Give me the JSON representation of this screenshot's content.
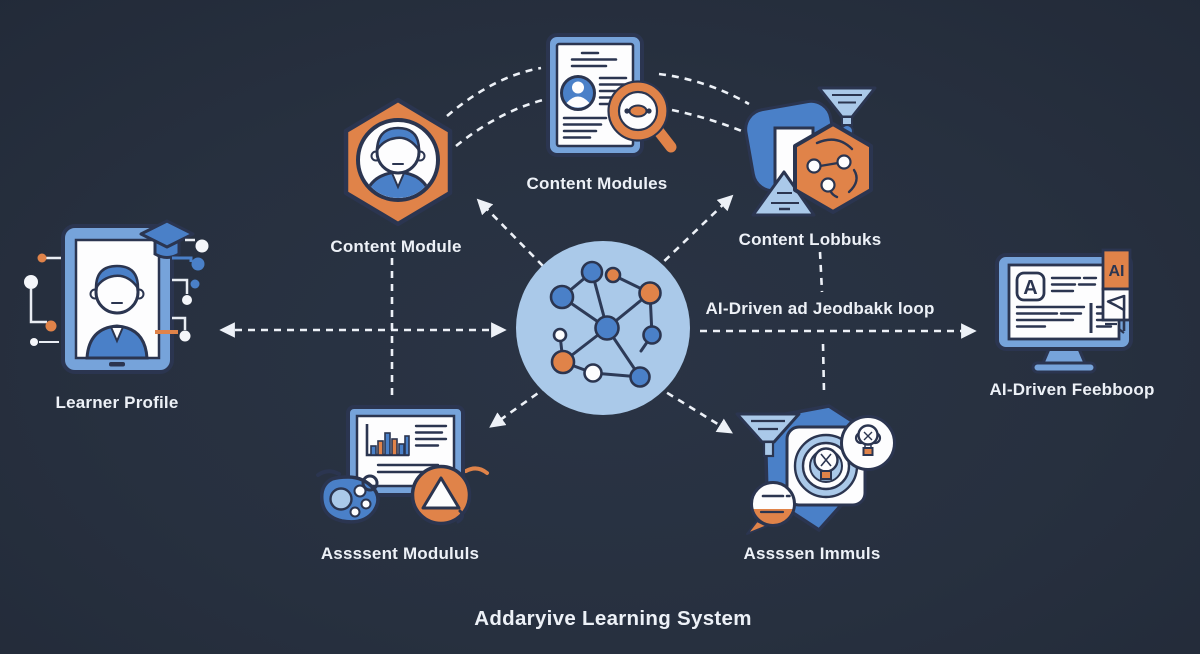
{
  "title": "Addaryive Learning System",
  "labels": {
    "learner_profile": "Learner Profile",
    "content_module": "Content Module",
    "content_modules": "Content Modules",
    "content_lobbuks": "Content Lobbuks",
    "feedback_loop": "AI-Driven ad Jeodbakk loop",
    "ai_feebboop": "AI-Driven Feebboop",
    "assessment_left": "Assssent Modululs",
    "assessment_right": "Assssen Immuls"
  },
  "monitor": {
    "letter": "A",
    "tab": "AI"
  },
  "colors": {
    "background": "#27303f",
    "outline": "#2b3550",
    "light_blue": "#76a3da",
    "pale_blue": "#aac9e9",
    "medium_blue": "#4a80c8",
    "orange": "#e08349",
    "white": "#fdfdfe",
    "text": "#edf1f7"
  },
  "chart_data": {
    "type": "diagram",
    "title": "Addaryive Learning System",
    "center_node": "AI network hub",
    "nodes": [
      "Learner Profile",
      "Content Module",
      "Content Modules",
      "Content Lobbuks",
      "AI-Driven Feebboop",
      "Assssent Modululs",
      "Assssen Immuls"
    ],
    "edges": [
      [
        "AI network hub",
        "Learner Profile",
        "bidirectional"
      ],
      [
        "AI network hub",
        "Content Module",
        "arrow"
      ],
      [
        "AI network hub",
        "Content Lobbuks",
        "arrow"
      ],
      [
        "AI network hub",
        "AI-Driven Feebboop",
        "arrow"
      ],
      [
        "AI network hub",
        "Assssent Modululs",
        "arrow"
      ],
      [
        "AI network hub",
        "Assssen Immuls",
        "arrow"
      ],
      [
        "Content Module",
        "Content Modules",
        "dashed arc"
      ],
      [
        "Content Modules",
        "Content Lobbuks",
        "dashed arc"
      ],
      [
        "Content Module",
        "Assssent Modululs",
        "dashed line"
      ],
      [
        "Content Lobbuks",
        "Assssen Immuls",
        "dashed line"
      ]
    ],
    "annotation": "AI-Driven ad Jeodbakk loop"
  }
}
